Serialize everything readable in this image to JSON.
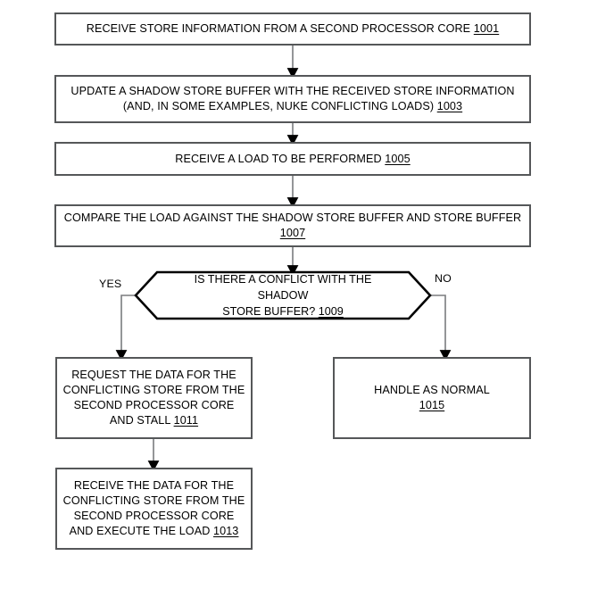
{
  "figure": {
    "type": "patent-flowchart",
    "orientation": "vertical"
  },
  "nodes": {
    "step_1001": {
      "shape": "process",
      "text": "RECEIVE STORE INFORMATION FROM A SECOND PROCESSOR CORE ",
      "ref": "1001"
    },
    "step_1003": {
      "shape": "process",
      "line1": "UPDATE A SHADOW STORE BUFFER WITH THE RECEIVED STORE INFORMATION",
      "line2": "(AND, IN SOME EXAMPLES, NUKE CONFLICTING LOADS) ",
      "ref": "1003"
    },
    "step_1005": {
      "shape": "process",
      "text": "RECEIVE A LOAD TO BE PERFORMED ",
      "ref": "1005"
    },
    "step_1007": {
      "shape": "process",
      "line1": "COMPARE THE LOAD AGAINST THE SHADOW STORE BUFFER AND STORE BUFFER",
      "line2": "",
      "ref": "1007"
    },
    "decision_1009": {
      "shape": "hexagon",
      "line1": "IS THERE A CONFLICT WITH THE SHADOW",
      "line2": "STORE BUFFER? ",
      "ref": "1009",
      "yes_label": "YES",
      "no_label": "NO"
    },
    "step_1011": {
      "shape": "process",
      "line1": "REQUEST THE DATA FOR THE",
      "line2": "CONFLICTING STORE FROM THE",
      "line3": "SECOND PROCESSOR CORE",
      "line4": "AND STALL ",
      "ref": "1011"
    },
    "step_1013": {
      "shape": "process",
      "line1": "RECEIVE THE DATA FOR THE",
      "line2": "CONFLICTING STORE FROM THE",
      "line3": "SECOND PROCESSOR CORE",
      "line4": "AND EXECUTE THE LOAD ",
      "ref": "1013"
    },
    "step_1015": {
      "shape": "process",
      "line1": "HANDLE AS NORMAL",
      "line2": "",
      "ref": "1015"
    }
  },
  "edges": [
    {
      "from": "step_1001",
      "to": "step_1003",
      "label": ""
    },
    {
      "from": "step_1003",
      "to": "step_1005",
      "label": ""
    },
    {
      "from": "step_1005",
      "to": "step_1007",
      "label": ""
    },
    {
      "from": "step_1007",
      "to": "decision_1009",
      "label": ""
    },
    {
      "from": "decision_1009",
      "to": "step_1011",
      "label": "YES"
    },
    {
      "from": "decision_1009",
      "to": "step_1015",
      "label": "NO"
    },
    {
      "from": "step_1011",
      "to": "step_1013",
      "label": ""
    }
  ],
  "colors": {
    "border": "#555759",
    "line": "#7a7c7e",
    "hexagon_stroke": "#000000",
    "text": "#000000",
    "background": "#ffffff"
  }
}
